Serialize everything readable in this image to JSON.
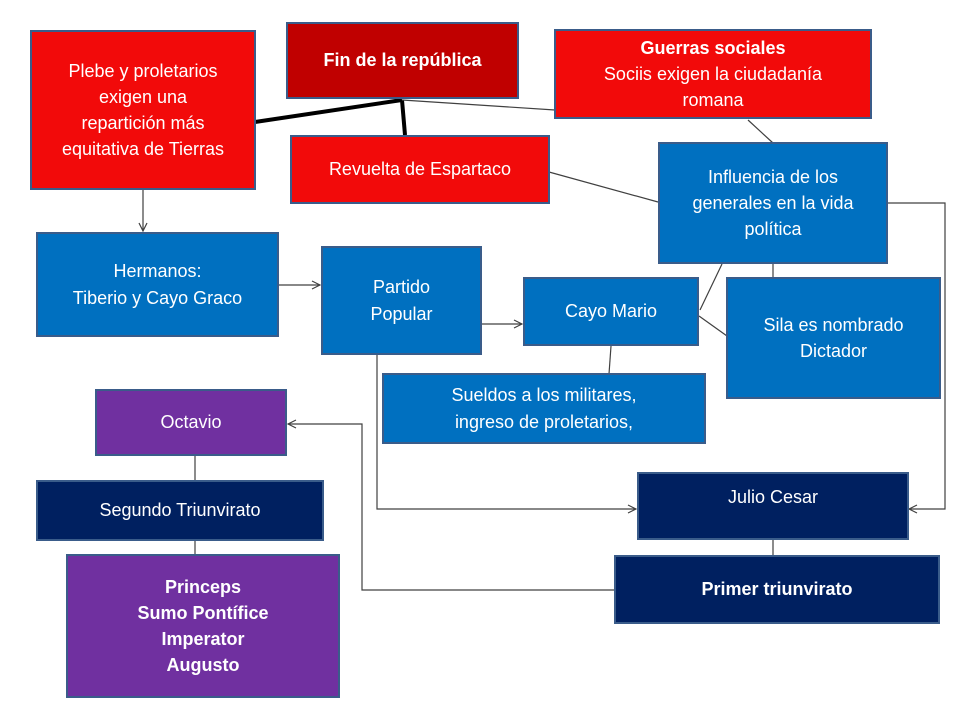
{
  "diagram": {
    "nodes": {
      "fin_republica": "Fin de la república",
      "plebe": "Plebe y proletarios\nexigen una\nrepartición más\nequitativa de Tierras",
      "guerras_title": "Guerras sociales",
      "guerras_body": "Sociis exigen la ciudadanía\nromana",
      "espartaco": "Revuelta de Espartaco",
      "influencia": "Influencia de los\ngenerales en la vida\npolítica",
      "hermanos": "Hermanos:\nTiberio y Cayo Graco",
      "partido": "Partido\nPopular",
      "cayo_mario": "Cayo Mario",
      "sila": "Sila es nombrado\nDictador",
      "sueldos": "Sueldos a los militares,\ningreso de proletarios,",
      "octavio": "Octavio",
      "julio_cesar": "Julio Cesar",
      "segundo_triunvirato": "Segundo Triunvirato",
      "primer_triunvirato": "Primer triunvirato",
      "princeps": "Princeps\nSumo Pontífice\nImperator\nAugusto"
    },
    "colors": {
      "red": "#f20a0a",
      "dark_red": "#c00000",
      "blue": "#0070c0",
      "navy": "#002060",
      "purple": "#7030a0",
      "connector": "#404040"
    }
  }
}
